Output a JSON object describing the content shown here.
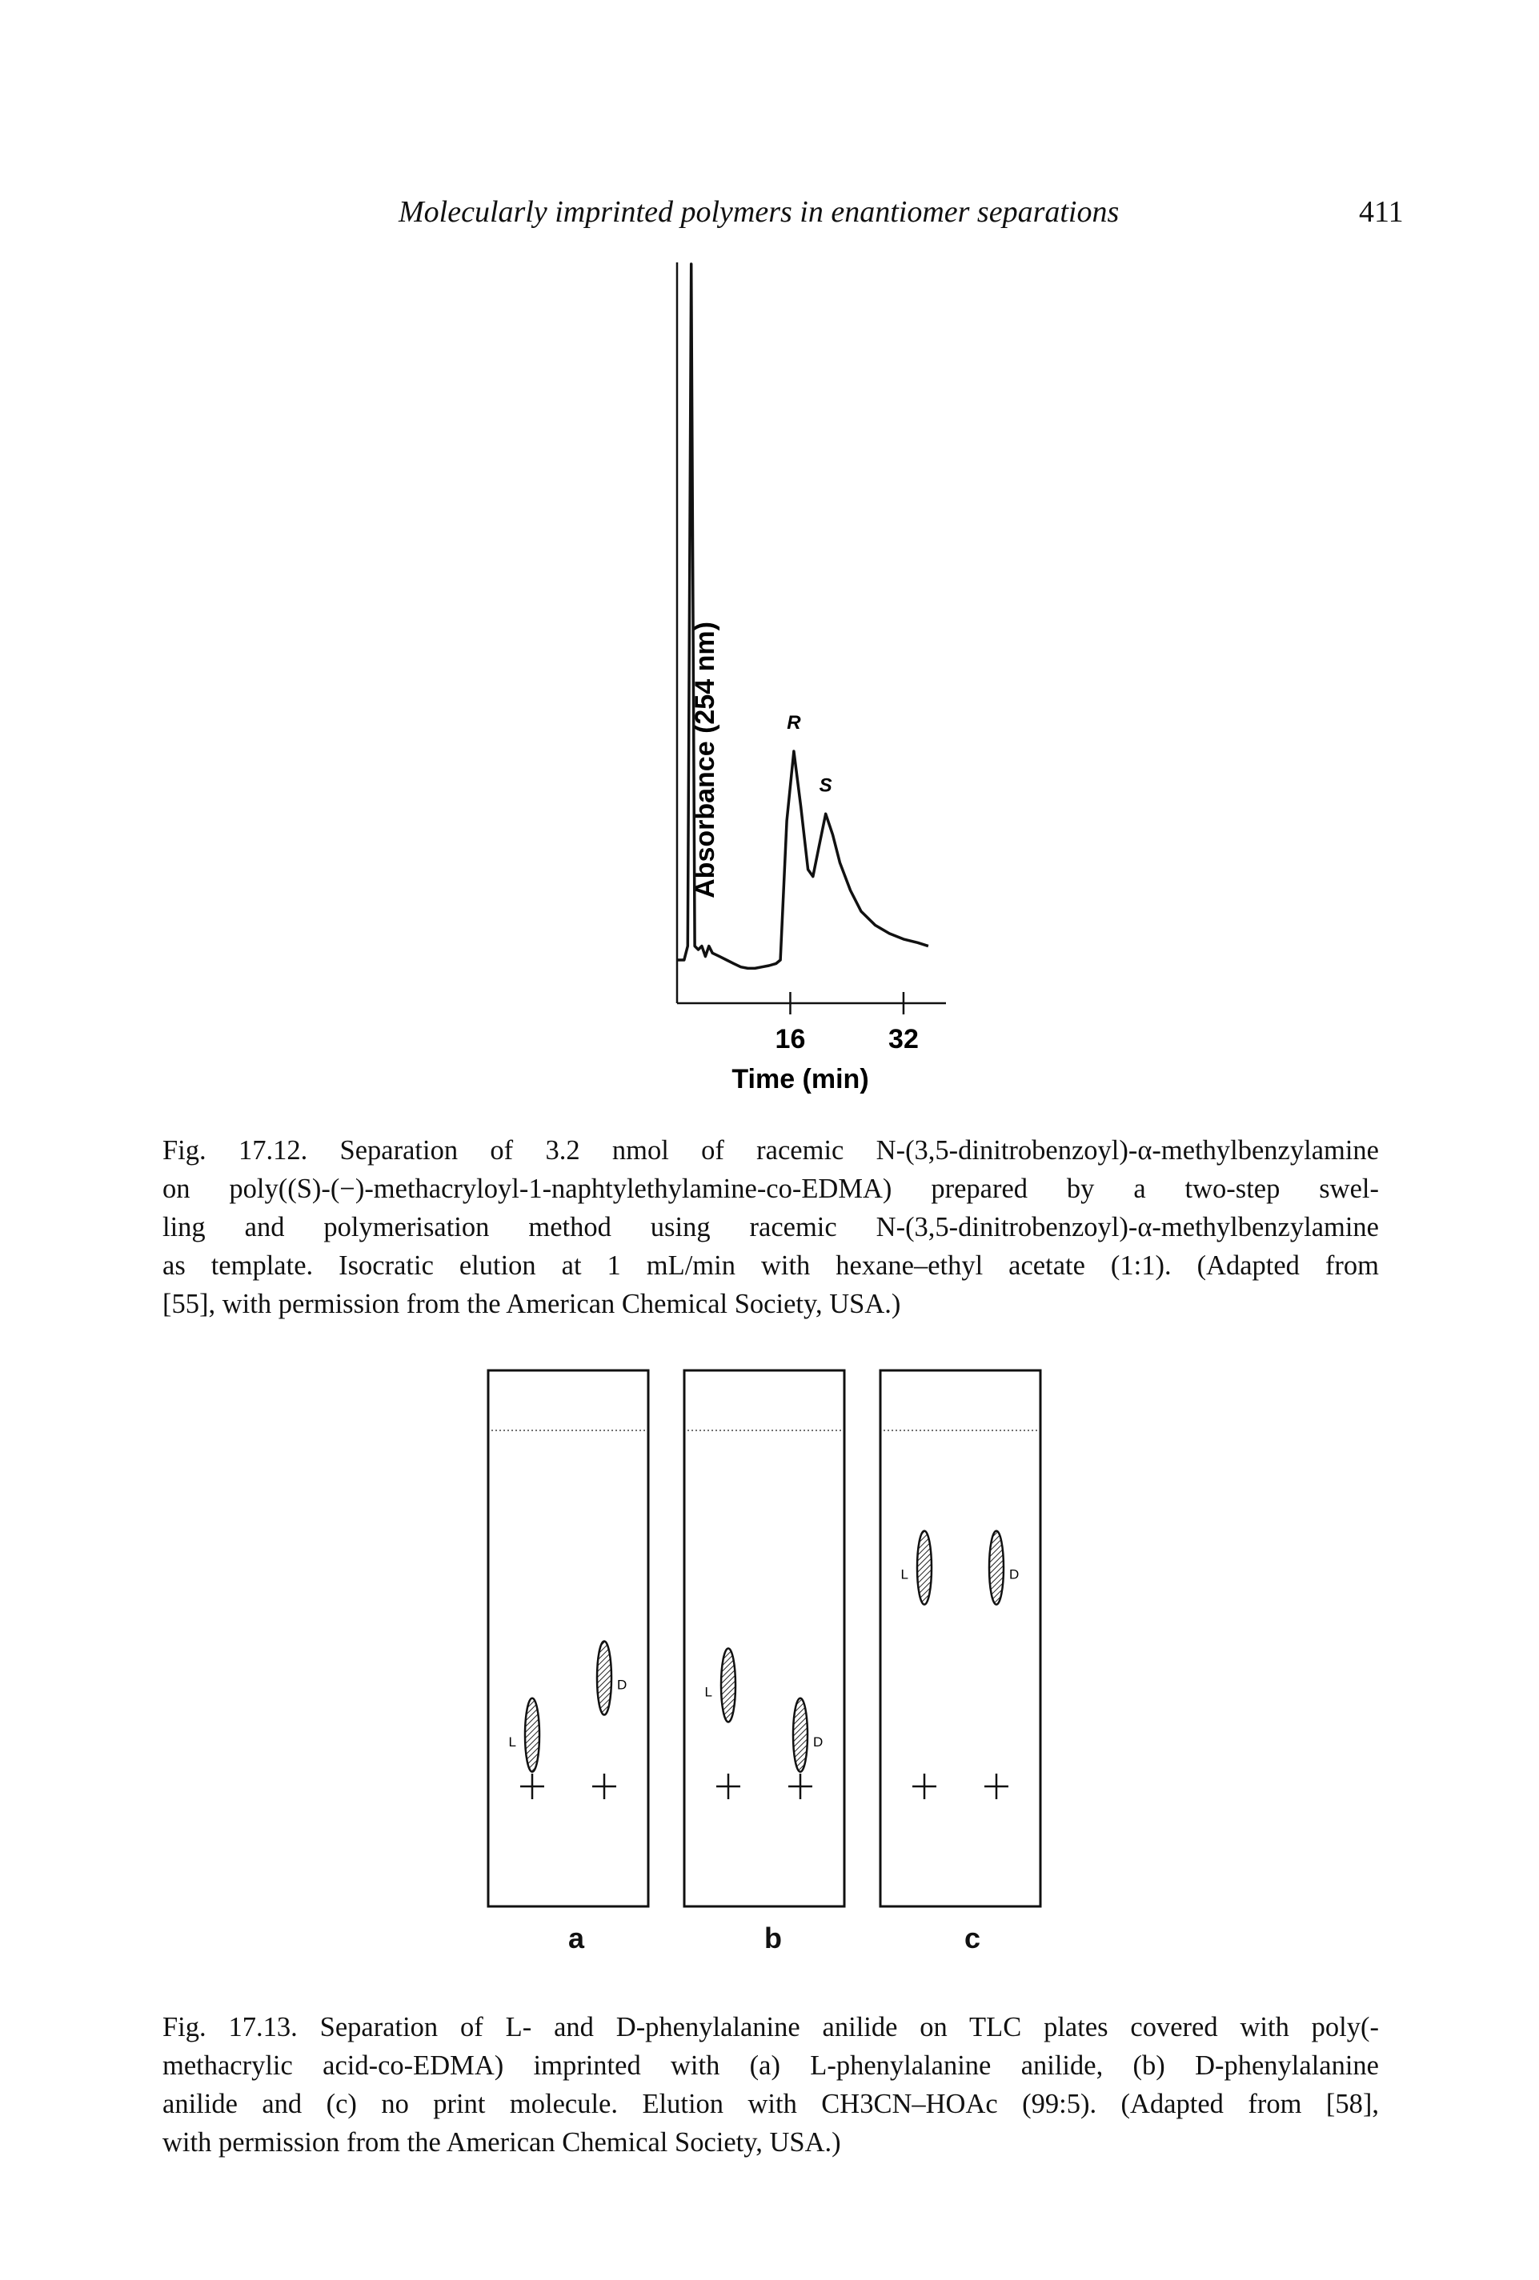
{
  "header": {
    "running_title": "Molecularly imprinted polymers in enantiomer separations",
    "page_number": "411"
  },
  "fig_17_12": {
    "chart_data": {
      "type": "line",
      "xlabel": "Time (min)",
      "ylabel": "Absorbance (254 nm)",
      "x_ticks": [
        16,
        32
      ],
      "xlim": [
        0,
        38
      ],
      "grid": false,
      "peaks": [
        {
          "label": "R",
          "x": 16.5,
          "y": 0.3
        },
        {
          "label": "S",
          "x": 21.0,
          "y": 0.21
        }
      ],
      "x": [
        0,
        1.0,
        1.5,
        2.0,
        2.5,
        3.0,
        3.5,
        4.0,
        4.5,
        5.0,
        6.0,
        7.0,
        8.0,
        9.0,
        10.0,
        11.0,
        12.0,
        13.0,
        14.0,
        14.6,
        15.5,
        16.5,
        17.5,
        18.5,
        19.2,
        20.0,
        21.0,
        22.0,
        23.0,
        24.5,
        26.0,
        28.0,
        30.0,
        32.0,
        34.0,
        35.5
      ],
      "y": [
        0.0,
        0.0,
        0.02,
        1.0,
        0.02,
        0.015,
        0.02,
        0.005,
        0.02,
        0.01,
        0.005,
        0.0,
        -0.005,
        -0.01,
        -0.012,
        -0.012,
        -0.01,
        -0.008,
        -0.005,
        0.0,
        0.2,
        0.3,
        0.22,
        0.13,
        0.12,
        0.16,
        0.21,
        0.18,
        0.14,
        0.1,
        0.07,
        0.05,
        0.038,
        0.03,
        0.025,
        0.02
      ]
    },
    "caption_lines": [
      "Fig. 17.12. Separation of 3.2 nmol of racemic N-(3,5-dinitrobenzoyl)-α-methylbenzylamine",
      "on poly((S)-(−)-methacryloyl-1-naphtylethylamine-co-EDMA) prepared by a two-step swel-",
      "ling and polymerisation method using racemic N-(3,5-dinitrobenzoyl)-α-methylbenzylamine",
      "as template. Isocratic elution at 1 mL/min with hexane–ethyl acetate (1:1). (Adapted from",
      "[55], with permission from the American Chemical Society, USA.)"
    ]
  },
  "fig_17_13": {
    "plates": [
      {
        "label": "a",
        "spots": [
          {
            "name": "L",
            "rf": 0.05
          },
          {
            "name": "D",
            "rf": 0.21
          }
        ]
      },
      {
        "label": "b",
        "spots": [
          {
            "name": "L",
            "rf": 0.19
          },
          {
            "name": "D",
            "rf": 0.05
          }
        ]
      },
      {
        "label": "c",
        "spots": [
          {
            "name": "L",
            "rf": 0.52
          },
          {
            "name": "D",
            "rf": 0.52
          }
        ]
      }
    ],
    "caption_lines": [
      "Fig. 17.13. Separation of L- and D-phenylalanine anilide on TLC plates covered with poly(-",
      "methacrylic acid-co-EDMA) imprinted with (a) L-phenylalanine anilide, (b) D-phenylalanine",
      "anilide and (c) no print molecule. Elution with CH3CN–HOAc (99:5). (Adapted from [58],",
      "with permission from the American Chemical Society, USA.)"
    ]
  }
}
